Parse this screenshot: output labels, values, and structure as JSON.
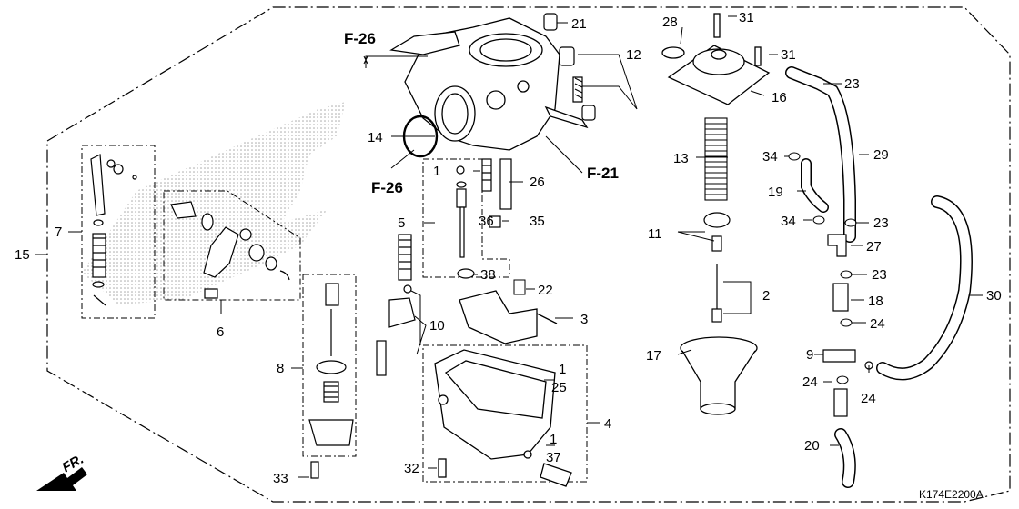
{
  "diagram": {
    "code": "K174E2200A",
    "front_label": "FR.",
    "frame_refs": [
      {
        "id": "f26a",
        "text": "F-26"
      },
      {
        "id": "f26b",
        "text": "F-26"
      },
      {
        "id": "f21",
        "text": "F-21"
      }
    ],
    "callouts": [
      {
        "id": "c21",
        "text": "21"
      },
      {
        "id": "c12",
        "text": "12"
      },
      {
        "id": "c14",
        "text": "14"
      },
      {
        "id": "c1a",
        "text": "1"
      },
      {
        "id": "c5",
        "text": "5"
      },
      {
        "id": "c26",
        "text": "26"
      },
      {
        "id": "c36",
        "text": "36"
      },
      {
        "id": "c35",
        "text": "35"
      },
      {
        "id": "c38",
        "text": "38"
      },
      {
        "id": "c22",
        "text": "22"
      },
      {
        "id": "c3",
        "text": "3"
      },
      {
        "id": "c10",
        "text": "10"
      },
      {
        "id": "c6",
        "text": "6"
      },
      {
        "id": "c7",
        "text": "7"
      },
      {
        "id": "c15",
        "text": "15"
      },
      {
        "id": "c8",
        "text": "8"
      },
      {
        "id": "c33",
        "text": "33"
      },
      {
        "id": "c4",
        "text": "4"
      },
      {
        "id": "c1b",
        "text": "1"
      },
      {
        "id": "c25",
        "text": "25"
      },
      {
        "id": "c1c",
        "text": "1"
      },
      {
        "id": "c37",
        "text": "37"
      },
      {
        "id": "c32",
        "text": "32"
      },
      {
        "id": "c28",
        "text": "28"
      },
      {
        "id": "c31a",
        "text": "31"
      },
      {
        "id": "c31b",
        "text": "31"
      },
      {
        "id": "c16",
        "text": "16"
      },
      {
        "id": "c13",
        "text": "13"
      },
      {
        "id": "c11",
        "text": "11"
      },
      {
        "id": "c2",
        "text": "2"
      },
      {
        "id": "c17",
        "text": "17"
      },
      {
        "id": "c23a",
        "text": "23"
      },
      {
        "id": "c29",
        "text": "29"
      },
      {
        "id": "c34a",
        "text": "34"
      },
      {
        "id": "c19",
        "text": "19"
      },
      {
        "id": "c34b",
        "text": "34"
      },
      {
        "id": "c23b",
        "text": "23"
      },
      {
        "id": "c27",
        "text": "27"
      },
      {
        "id": "c23c",
        "text": "23"
      },
      {
        "id": "c18",
        "text": "18"
      },
      {
        "id": "c24a",
        "text": "24"
      },
      {
        "id": "c9",
        "text": "9"
      },
      {
        "id": "c24b",
        "text": "24"
      },
      {
        "id": "c24c",
        "text": "24"
      },
      {
        "id": "c20",
        "text": "20"
      },
      {
        "id": "c30",
        "text": "30"
      }
    ]
  }
}
